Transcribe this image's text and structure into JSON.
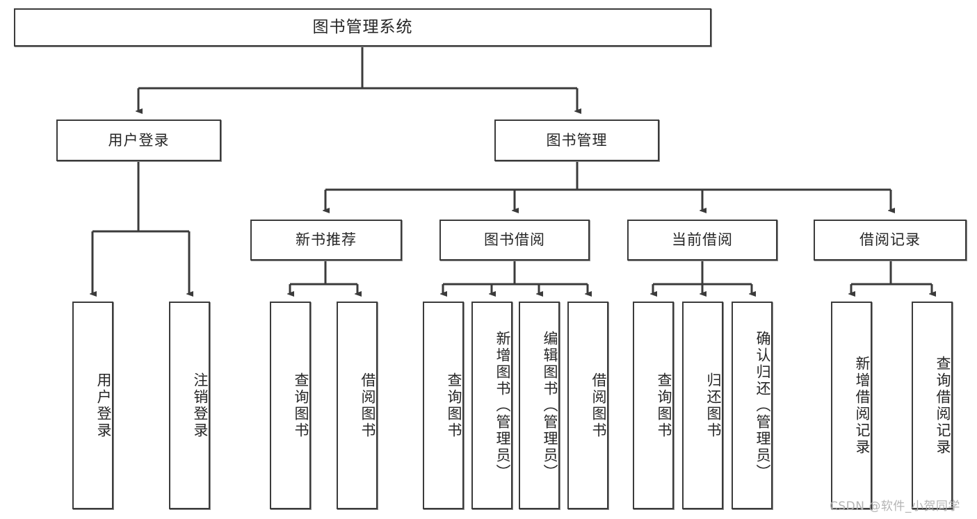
{
  "diagram": {
    "title": "图书管理系统",
    "type": "tree",
    "watermark": "CSDN @软件_小贺同学",
    "colors": {
      "box_border": "#3b3b3b",
      "box_fill": "#ffffff",
      "line": "#3b3b3b",
      "text": "#262626",
      "watermark": "#b4b4b4",
      "background": "#ffffff"
    },
    "root": {
      "label": "图书管理系统"
    },
    "level1": [
      {
        "label": "用户登录"
      },
      {
        "label": "图书管理"
      }
    ],
    "level2": [
      {
        "label": "新书推荐"
      },
      {
        "label": "图书借阅"
      },
      {
        "label": "当前借阅"
      },
      {
        "label": "借阅记录"
      }
    ],
    "leaves": {
      "user_login": [
        {
          "label": "用户登录"
        },
        {
          "label": "注销登录"
        }
      ],
      "new_book_recommend": [
        {
          "label": "查询图书"
        },
        {
          "label": "借阅图书"
        }
      ],
      "book_borrow": [
        {
          "label": "查询图书"
        },
        {
          "label": "新增图书（管理员）"
        },
        {
          "label": "编辑图书（管理员）"
        },
        {
          "label": "借阅图书"
        }
      ],
      "current_borrow": [
        {
          "label": "查询图书"
        },
        {
          "label": "归还图书"
        },
        {
          "label": "确认归还（管理员）"
        }
      ],
      "borrow_record": [
        {
          "label": "新增借阅记录"
        },
        {
          "label": "查询借阅记录"
        }
      ]
    }
  }
}
